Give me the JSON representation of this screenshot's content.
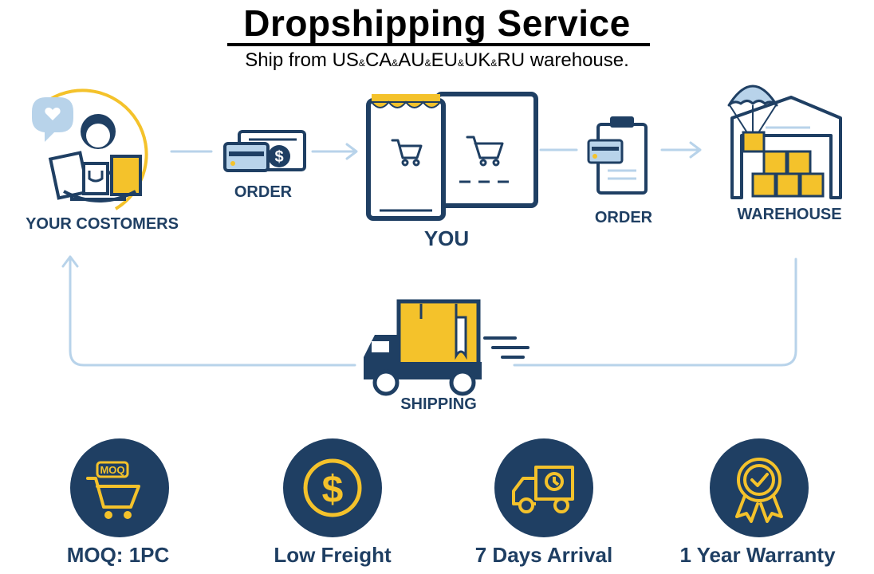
{
  "header": {
    "title": "Dropshipping Service",
    "subtitle_prefix": "Ship from ",
    "regions": [
      "US",
      "CA",
      "AU",
      "EU",
      "UK",
      "RU"
    ],
    "separator": "&",
    "subtitle_suffix": " warehouse."
  },
  "flow": {
    "customers_label": "YOUR COSTOMERS",
    "order1_label": "ORDER",
    "you_label": "YOU",
    "order2_label": "ORDER",
    "warehouse_label": "WAREHOUSE",
    "shipping_label": "SHIPPING",
    "moq_badge": "MOQ"
  },
  "features": [
    {
      "label": "MOQ: 1PC",
      "icon": "moq-cart-icon"
    },
    {
      "label": "Low Freight",
      "icon": "dollar-coin-icon"
    },
    {
      "label": "7 Days Arrival",
      "icon": "delivery-truck-clock-icon"
    },
    {
      "label": "1 Year Warranty",
      "icon": "warranty-badge-icon"
    }
  ],
  "colors": {
    "navy": "#1f3f63",
    "accent": "#f4c22b",
    "arrow": "#b8d3ea"
  }
}
